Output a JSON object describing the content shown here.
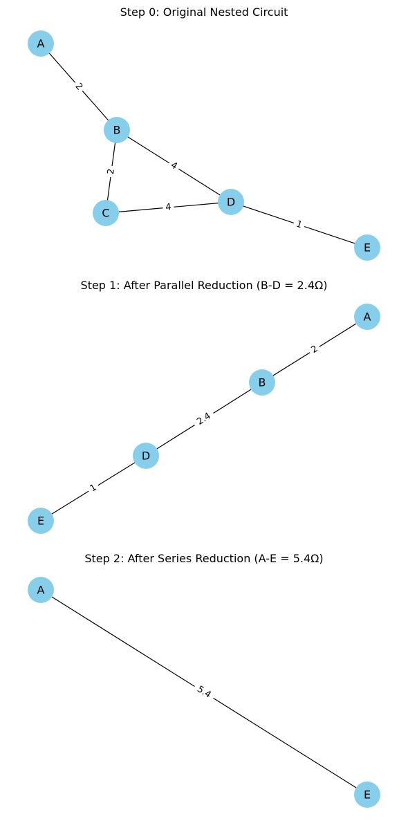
{
  "style": {
    "node_color": "#87CEEB",
    "edge_color": "#000000",
    "background": "#ffffff"
  },
  "panels": [
    {
      "title": "Step 0: Original Nested Circuit",
      "nodes": [
        "A",
        "B",
        "C",
        "D",
        "E"
      ],
      "edges": [
        {
          "from": "A",
          "to": "B",
          "label": "2"
        },
        {
          "from": "B",
          "to": "C",
          "label": "2"
        },
        {
          "from": "B",
          "to": "D",
          "label": "4"
        },
        {
          "from": "C",
          "to": "D",
          "label": "4"
        },
        {
          "from": "D",
          "to": "E",
          "label": "1"
        }
      ]
    },
    {
      "title": "Step 1: After Parallel Reduction (B-D = 2.4Ω)",
      "nodes": [
        "A",
        "B",
        "D",
        "E"
      ],
      "edges": [
        {
          "from": "A",
          "to": "B",
          "label": "2"
        },
        {
          "from": "B",
          "to": "D",
          "label": "2.4"
        },
        {
          "from": "D",
          "to": "E",
          "label": "1"
        }
      ]
    },
    {
      "title": "Step 2: After Series Reduction (A-E = 5.4Ω)",
      "nodes": [
        "A",
        "E"
      ],
      "edges": [
        {
          "from": "A",
          "to": "E",
          "label": "5.4"
        }
      ]
    }
  ]
}
